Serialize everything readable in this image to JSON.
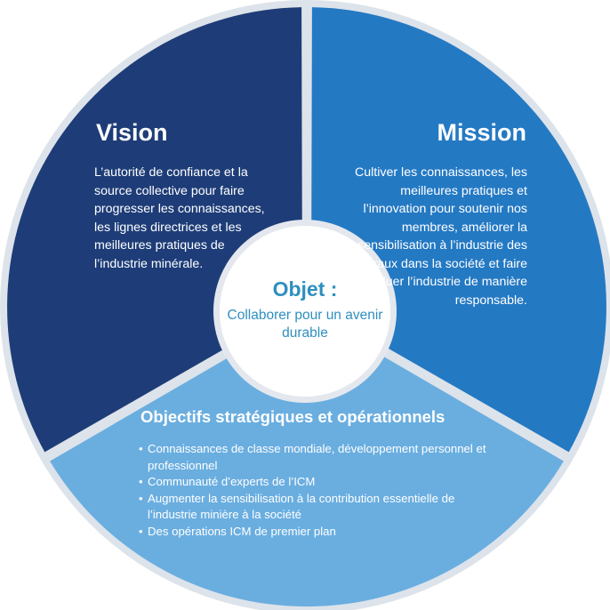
{
  "colors": {
    "vision": "#1e3d78",
    "mission": "#2479c3",
    "objectifs": "#6aaee0",
    "center_fill": "#ffffff",
    "center_text": "#2e8fbf",
    "divider": "#dde3ea"
  },
  "vision": {
    "title": "Vision",
    "text": "L’autorité de confiance et la source collective pour faire progresser les connaissances, les lignes directrices et les meilleures pratiques de l’industrie minérale."
  },
  "mission": {
    "title": "Mission",
    "text": "Cultiver les connaissances, les meilleures pratiques et l’innovation pour soutenir nos membres, améliorer la sensibilisation à l’industrie des minéraux dans la société et faire évoluer l’industrie de manière responsable."
  },
  "center": {
    "title": "Objet :",
    "text": "Collaborer pour un avenir durable"
  },
  "objectifs": {
    "title": "Objectifs stratégiques et opérationnels",
    "items": [
      "Connaissances de classe mondiale, développement personnel et professionnel",
      "Communauté d’experts de l’ICM",
      "Augmenter la sensibilisation à la contribution essentielle de l’industrie minière à la société",
      "Des opérations ICM de premier plan"
    ]
  }
}
